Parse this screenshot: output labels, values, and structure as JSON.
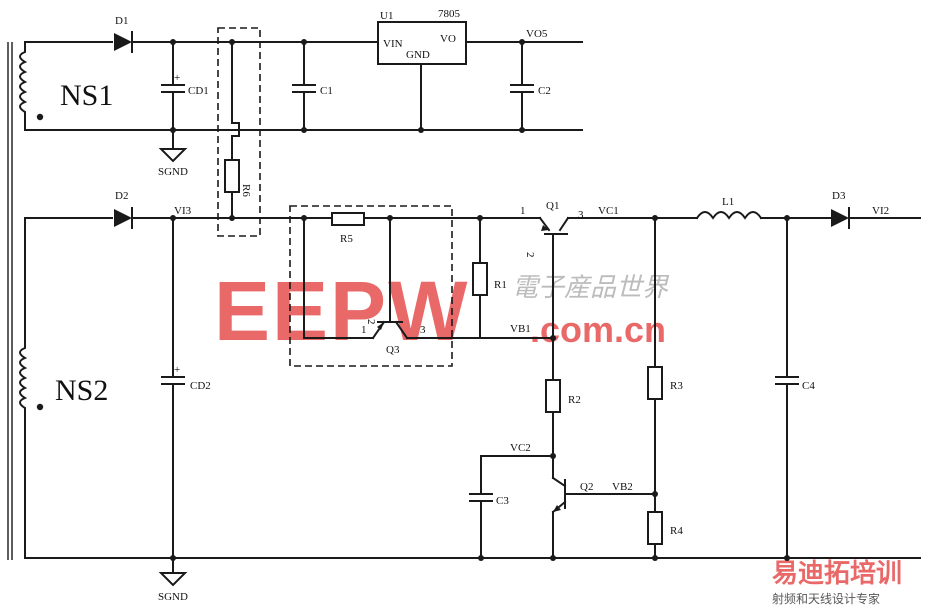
{
  "labels": {
    "D1": "D1",
    "D2": "D2",
    "D3": "D3",
    "U1": "U1",
    "U1_part": "7805",
    "VIN": "VIN",
    "GND": "GND",
    "VO": "VO",
    "VO5": "VO5",
    "CD1": "CD1",
    "C1": "C1",
    "C2": "C2",
    "NS1": "NS1",
    "NS2": "NS2",
    "SGND_top": "SGND",
    "SGND_bottom": "SGND",
    "R6": "R6",
    "VI3": "VI3",
    "R5": "R5",
    "Q1": "Q1",
    "VC1": "VC1",
    "L1": "L1",
    "VI2": "VI2",
    "R1": "R1",
    "VB1": "VB1",
    "Q3": "Q3",
    "CD2": "CD2",
    "R2": "R2",
    "R3": "R3",
    "C4": "C4",
    "VC2": "VC2",
    "C3": "C3",
    "Q2": "Q2",
    "VB2": "VB2",
    "R4": "R4",
    "q1_pin1": "1",
    "q1_pin2": "2",
    "q1_pin3": "3",
    "q3_pin1": "1",
    "q3_pin2": "2",
    "q3_pin3": "3"
  },
  "watermark": {
    "logo": "EEPW",
    "cn_name": "電子産品世界",
    "url": ".com.cn",
    "brand": "易迪拓培训",
    "tagline": "射频和天线设计专家",
    "color_red": "#e23b3b",
    "color_grey": "#b5b5b5"
  }
}
